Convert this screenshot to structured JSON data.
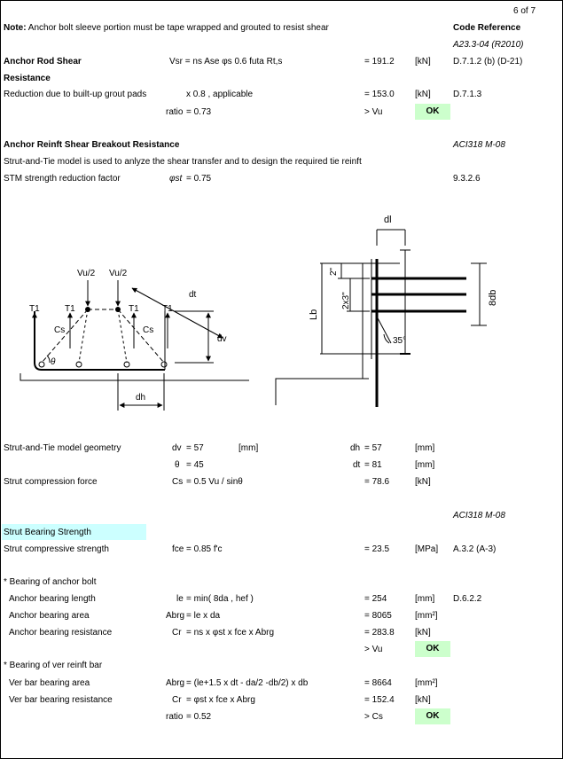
{
  "page_number": "6 of 7",
  "note": {
    "label": "Note:",
    "text": "Anchor bolt sleeve portion must be tape wrapped and grouted to resist shear"
  },
  "code_reference": {
    "label": "Code Reference",
    "standard": "A23.3-04 (R2010)"
  },
  "anchor_rod_shear": {
    "title_1": "Anchor Rod Shear",
    "title_2": "Resistance",
    "formula_var": "Vsr",
    "formula": "= ns Ase φs 0.6 futa Rt,s",
    "value": "= 191.2",
    "unit": "[kN]",
    "ref": "D.7.1.2 (b) (D-21)",
    "reduction_label": "Reduction due to built-up grout pads",
    "reduction_formula": "x 0.8 , applicable",
    "reduction_value": "= 153.0",
    "reduction_unit": "[kN]",
    "reduction_ref": "D.7.1.3",
    "ratio_label": "ratio",
    "ratio_value": "= 0.73",
    "compare": "> Vu",
    "status": "OK"
  },
  "breakout": {
    "title": "Anchor Reinft Shear Breakout Resistance",
    "ref": "ACI318 M-08",
    "description": "Strut-and-Tie model is used to anlyze the shear transfer and to design the required tie reinft",
    "factor_label": "STM strength reduction factor",
    "factor_symbol": "φst",
    "factor_value": "= 0.75",
    "factor_ref": "9.3.2.6"
  },
  "diagram_left": {
    "load1": "Vu/2",
    "load2": "Vu/2",
    "tie1": "T1",
    "tie2": "T1",
    "tie3": "T1",
    "tie4": "T1",
    "strut1": "Cs",
    "strut2": "Cs",
    "angle": "θ",
    "dh": "dh",
    "dv": "dv",
    "dt": "dt"
  },
  "diagram_right": {
    "dl": "dl",
    "two_in": "2\"",
    "two_x3": "2x3\"",
    "lb": "Lb",
    "eight_db": "8db",
    "angle": "35°"
  },
  "geometry": {
    "label": "Strut-and-Tie model geometry",
    "dv_label": "dv",
    "dv_value": "= 57",
    "dv_unit": "[mm]",
    "dh_label": "dh",
    "dh_value": "= 57",
    "dh_unit": "[mm]",
    "theta_label": "θ",
    "theta_value": "= 45",
    "dt_label": "dt",
    "dt_value": "= 81",
    "dt_unit": "[mm]",
    "comp_label": "Strut compression force",
    "cs_label": "Cs",
    "cs_formula": "= 0.5 Vu / sinθ",
    "cs_value": "= 78.6",
    "cs_unit": "[kN]"
  },
  "strut_bearing": {
    "ref": "ACI318 M-08",
    "title": "Strut Bearing Strength",
    "comp_label": "Strut compressive strength",
    "fce_label": "fce",
    "fce_formula": "= 0.85 f'c",
    "fce_value": "= 23.5",
    "fce_unit": "[MPa]",
    "fce_ref": "A.3.2 (A-3)"
  },
  "anchor_bolt": {
    "title": "* Bearing of anchor bolt",
    "length_label": "Anchor bearing length",
    "length_symbol": "le",
    "length_formula": "= min( 8da , hef )",
    "length_value": "= 254",
    "length_unit": "[mm]",
    "length_ref": "D.6.2.2",
    "area_label": "Anchor bearing area",
    "area_symbol": "Abrg",
    "area_formula": "= le x da",
    "area_value": "= 8065",
    "area_unit": "[mm²]",
    "res_label": "Anchor bearing resistance",
    "res_symbol": "Cr",
    "res_formula": "= ns x φst x fce x Abrg",
    "res_value": "= 283.8",
    "res_unit": "[kN]",
    "compare": "> Vu",
    "status": "OK"
  },
  "ver_bar": {
    "title": "* Bearing of ver reinft bar",
    "area_label": "Ver bar bearing area",
    "area_symbol": "Abrg",
    "area_formula": "= (le+1.5 x dt - da/2 -db/2) x db",
    "area_value": "= 8664",
    "area_unit": "[mm²]",
    "res_label": "Ver bar bearing resistance",
    "res_symbol": "Cr",
    "res_formula": "= φst x fce x Abrg",
    "res_value": "= 152.4",
    "res_unit": "[kN]",
    "ratio_label": "ratio",
    "ratio_value": "= 0.52",
    "compare": "> Cs",
    "status": "OK"
  }
}
